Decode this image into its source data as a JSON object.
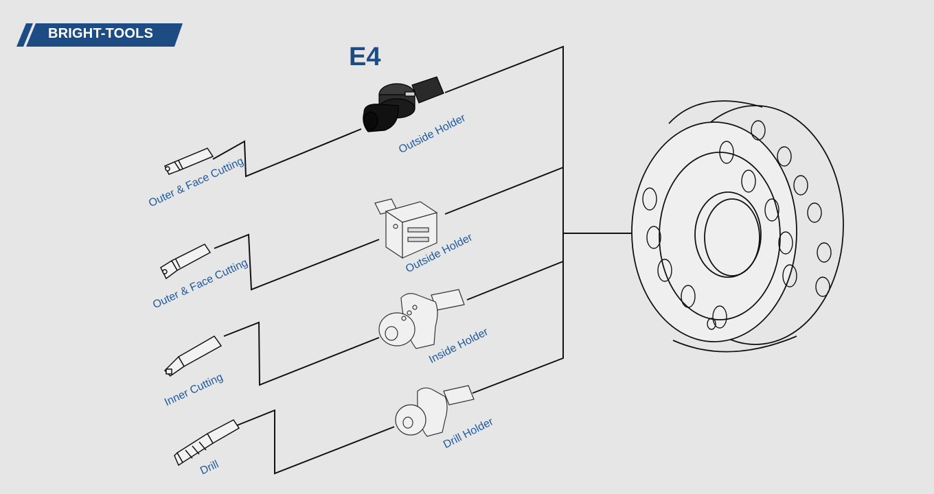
{
  "brand": {
    "name": "BRIGHT-TOOLS",
    "color": "#1d4b84"
  },
  "title": "E4",
  "accent_color": "#1e5a9e",
  "tools": [
    {
      "label": "Outer & Face Cutting",
      "icon": "turning-insert-tool-icon"
    },
    {
      "label": "Outer & Face Cutting",
      "icon": "face-cutting-tool-icon"
    },
    {
      "label": "Inner Cutting",
      "icon": "boring-bar-icon"
    },
    {
      "label": "Drill",
      "icon": "twist-drill-icon"
    }
  ],
  "holders": [
    {
      "label": "Outside  Holder",
      "icon": "collet-holder-icon"
    },
    {
      "label": "Outside  Holder",
      "icon": "square-shank-holder-icon"
    },
    {
      "label": "Inside Holder",
      "icon": "inside-holder-icon"
    },
    {
      "label": "Drill Holder",
      "icon": "drill-holder-icon"
    }
  ],
  "turret": {
    "icon": "turret-disc-icon"
  }
}
